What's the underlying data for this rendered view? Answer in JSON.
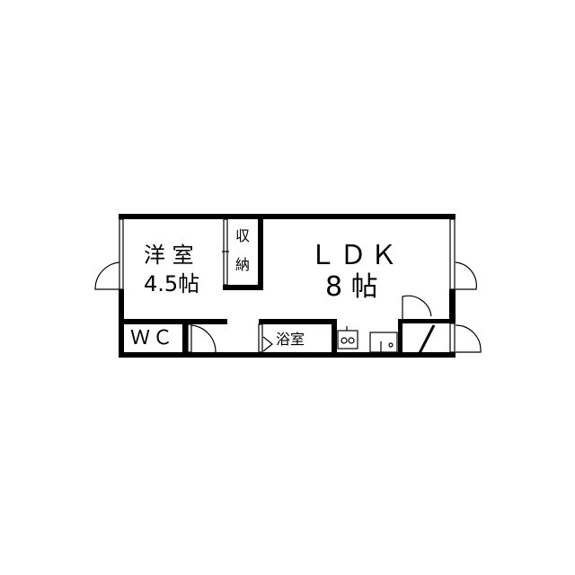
{
  "rooms": {
    "western_room": {
      "name": "洋 室",
      "size": "4.5帖"
    },
    "closet": {
      "char1": "収",
      "char2": "納"
    },
    "ldk": {
      "name": "ＬＤＫ",
      "size": "8 帖"
    },
    "wc": {
      "name": "ＷＣ"
    },
    "bath": {
      "name": "浴室"
    }
  }
}
